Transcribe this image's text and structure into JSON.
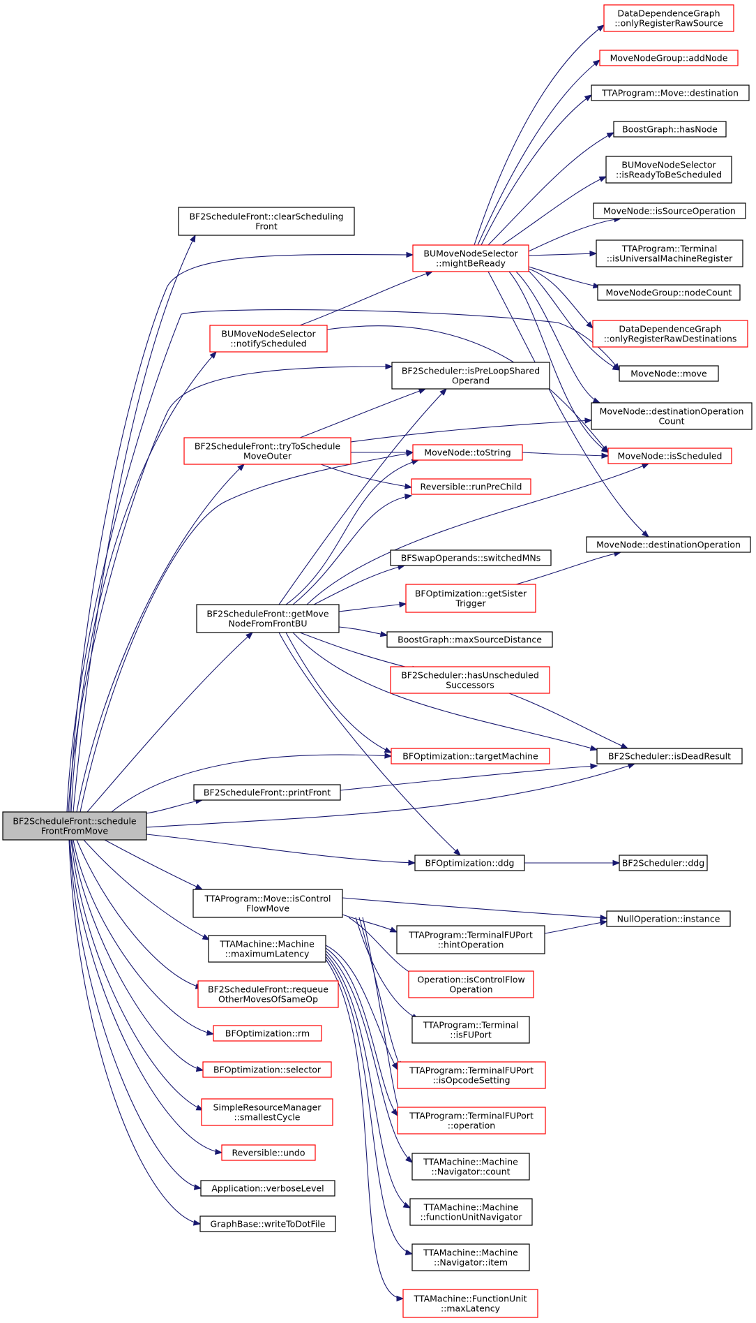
{
  "colors": {
    "edge": "#191970",
    "node_border_black": "#000000",
    "node_border_red": "#ff0000",
    "root_fill": "#bfbfbf"
  },
  "nodes": [
    {
      "id": "root",
      "lines": [
        "BF2ScheduleFront::schedule",
        "FrontFromMove"
      ],
      "style": "root"
    },
    {
      "id": "clearSched",
      "lines": [
        "BF2ScheduleFront::clearScheduling",
        "Front"
      ],
      "style": "black"
    },
    {
      "id": "mightBeReady",
      "lines": [
        "BUMoveNodeSelector",
        "::mightBeReady"
      ],
      "style": "red"
    },
    {
      "id": "notifySched",
      "lines": [
        "BUMoveNodeSelector",
        "::notifyScheduled"
      ],
      "style": "red"
    },
    {
      "id": "tryToSched",
      "lines": [
        "BF2ScheduleFront::tryToSchedule",
        "MoveOuter"
      ],
      "style": "red"
    },
    {
      "id": "getMoveNode",
      "lines": [
        "BF2ScheduleFront::getMove",
        "NodeFromFrontBU"
      ],
      "style": "black"
    },
    {
      "id": "printFront",
      "lines": [
        "BF2ScheduleFront::printFront"
      ],
      "style": "black"
    },
    {
      "id": "isControlFlow",
      "lines": [
        "TTAProgram::Move::isControl",
        "FlowMove"
      ],
      "style": "black"
    },
    {
      "id": "maxLatency",
      "lines": [
        "TTAMachine::Machine",
        "::maximumLatency"
      ],
      "style": "black"
    },
    {
      "id": "requeue",
      "lines": [
        "BF2ScheduleFront::requeue",
        "OtherMovesOfSameOp"
      ],
      "style": "red"
    },
    {
      "id": "rm",
      "lines": [
        "BFOptimization::rm"
      ],
      "style": "red"
    },
    {
      "id": "selector",
      "lines": [
        "BFOptimization::selector"
      ],
      "style": "red"
    },
    {
      "id": "smallestCycle",
      "lines": [
        "SimpleResourceManager",
        "::smallestCycle"
      ],
      "style": "red"
    },
    {
      "id": "undo",
      "lines": [
        "Reversible::undo"
      ],
      "style": "red"
    },
    {
      "id": "verbose",
      "lines": [
        "Application::verboseLevel"
      ],
      "style": "black"
    },
    {
      "id": "writeDot",
      "lines": [
        "GraphBase::writeToDotFile"
      ],
      "style": "black"
    },
    {
      "id": "ddgOnlyRawSrc",
      "lines": [
        "DataDependenceGraph",
        "::onlyRegisterRawSource"
      ],
      "style": "red"
    },
    {
      "id": "addNode",
      "lines": [
        "MoveNodeGroup::addNode"
      ],
      "style": "red"
    },
    {
      "id": "moveDest",
      "lines": [
        "TTAProgram::Move::destination"
      ],
      "style": "black"
    },
    {
      "id": "hasNode",
      "lines": [
        "BoostGraph::hasNode"
      ],
      "style": "black"
    },
    {
      "id": "isReadyToBe",
      "lines": [
        "BUMoveNodeSelector",
        "::isReadyToBeScheduled"
      ],
      "style": "black"
    },
    {
      "id": "isSourceOp",
      "lines": [
        "MoveNode::isSourceOperation"
      ],
      "style": "black"
    },
    {
      "id": "isUniversal",
      "lines": [
        "TTAProgram::Terminal",
        "::isUniversalMachineRegister"
      ],
      "style": "black"
    },
    {
      "id": "nodeCount",
      "lines": [
        "MoveNodeGroup::nodeCount"
      ],
      "style": "black"
    },
    {
      "id": "ddgOnlyRawDst",
      "lines": [
        "DataDependenceGraph",
        "::onlyRegisterRawDestinations"
      ],
      "style": "red"
    },
    {
      "id": "mnMove",
      "lines": [
        "MoveNode::move"
      ],
      "style": "black"
    },
    {
      "id": "isPreLoop",
      "lines": [
        "BF2Scheduler::isPreLoopShared",
        "Operand"
      ],
      "style": "black"
    },
    {
      "id": "destOpCount",
      "lines": [
        "MoveNode::destinationOperation",
        "Count"
      ],
      "style": "black"
    },
    {
      "id": "toString",
      "lines": [
        "MoveNode::toString"
      ],
      "style": "red"
    },
    {
      "id": "isScheduled",
      "lines": [
        "MoveNode::isScheduled"
      ],
      "style": "red"
    },
    {
      "id": "runPreChild",
      "lines": [
        "Reversible::runPreChild"
      ],
      "style": "red"
    },
    {
      "id": "destOp",
      "lines": [
        "MoveNode::destinationOperation"
      ],
      "style": "black"
    },
    {
      "id": "switchedMNs",
      "lines": [
        "BFSwapOperands::switchedMNs"
      ],
      "style": "black"
    },
    {
      "id": "getSister",
      "lines": [
        "BFOptimization::getSister",
        "Trigger"
      ],
      "style": "red"
    },
    {
      "id": "maxSrcDist",
      "lines": [
        "BoostGraph::maxSourceDistance"
      ],
      "style": "black"
    },
    {
      "id": "hasUnsched",
      "lines": [
        "BF2Scheduler::hasUnscheduled",
        "Successors"
      ],
      "style": "red"
    },
    {
      "id": "targetMachine",
      "lines": [
        "BFOptimization::targetMachine"
      ],
      "style": "red"
    },
    {
      "id": "isDeadResult",
      "lines": [
        "BF2Scheduler::isDeadResult"
      ],
      "style": "black"
    },
    {
      "id": "bfoDdg",
      "lines": [
        "BFOptimization::ddg"
      ],
      "style": "black"
    },
    {
      "id": "bf2Ddg",
      "lines": [
        "BF2Scheduler::ddg"
      ],
      "style": "black"
    },
    {
      "id": "nullOp",
      "lines": [
        "NullOperation::instance"
      ],
      "style": "black"
    },
    {
      "id": "hintOp",
      "lines": [
        "TTAProgram::TerminalFUPort",
        "::hintOperation"
      ],
      "style": "black"
    },
    {
      "id": "isCFOp",
      "lines": [
        "Operation::isControlFlow",
        "Operation"
      ],
      "style": "red"
    },
    {
      "id": "isFUPort",
      "lines": [
        "TTAProgram::Terminal",
        "::isFUPort"
      ],
      "style": "black"
    },
    {
      "id": "isOpcodeSetting",
      "lines": [
        "TTAProgram::TerminalFUPort",
        "::isOpcodeSetting"
      ],
      "style": "red"
    },
    {
      "id": "tfuOperation",
      "lines": [
        "TTAProgram::TerminalFUPort",
        "::operation"
      ],
      "style": "red"
    },
    {
      "id": "navCount",
      "lines": [
        "TTAMachine::Machine",
        "::Navigator::count"
      ],
      "style": "black"
    },
    {
      "id": "fuNavigator",
      "lines": [
        "TTAMachine::Machine",
        "::functionUnitNavigator"
      ],
      "style": "black"
    },
    {
      "id": "navItem",
      "lines": [
        "TTAMachine::Machine",
        "::Navigator::item"
      ],
      "style": "black"
    },
    {
      "id": "fuMaxLatency",
      "lines": [
        "TTAMachine::FunctionUnit",
        "::maxLatency"
      ],
      "style": "red"
    }
  ]
}
